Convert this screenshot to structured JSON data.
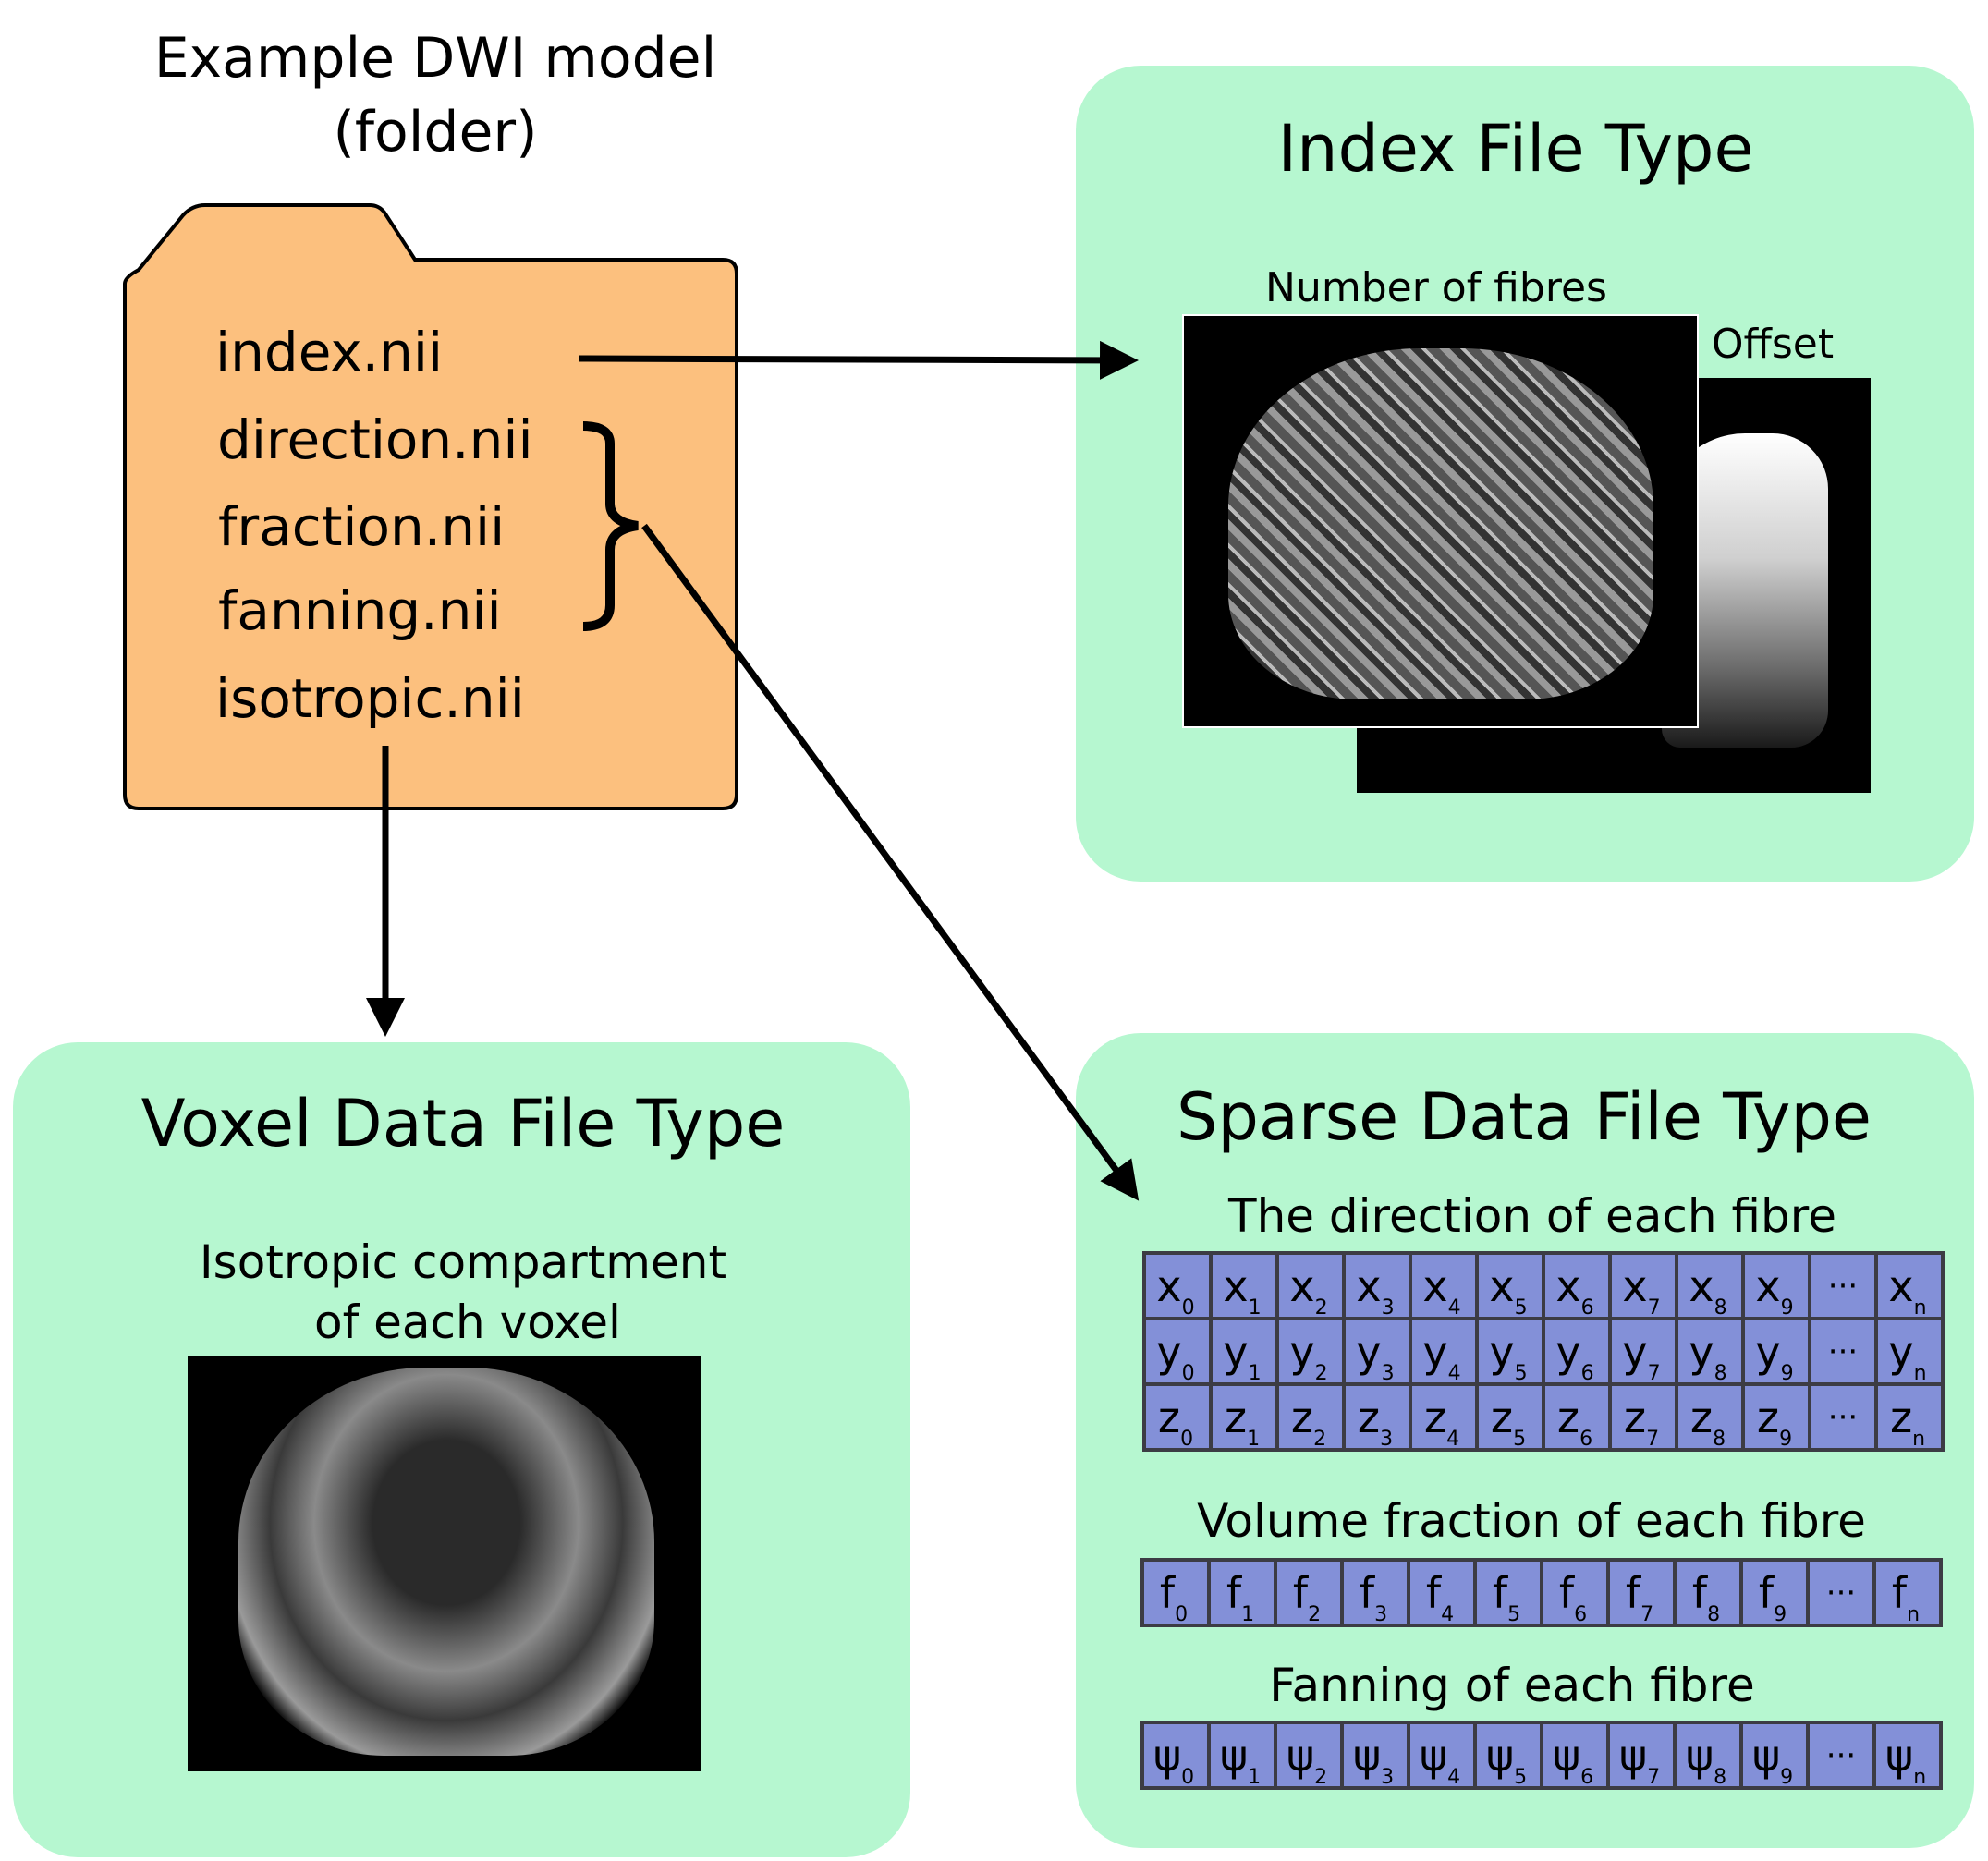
{
  "folder": {
    "title_line1": "Example DWI model",
    "title_line2": "(folder)",
    "files": [
      "index.nii",
      "direction.nii",
      "fraction.nii",
      "fanning.nii",
      "isotropic.nii"
    ],
    "fill_color": "#fcc07e"
  },
  "index_panel": {
    "title": "Index File Type",
    "front_label": "Number of fibres",
    "back_label": "Offset"
  },
  "voxel_panel": {
    "title": "Voxel Data File Type",
    "subtitle_line1": "Isotropic compartment",
    "subtitle_line2": "of each voxel"
  },
  "sparse_panel": {
    "title": "Sparse Data File Type",
    "direction_label": "The direction of each fibre",
    "fraction_label": "Volume fraction of each fibre",
    "fanning_label": "Fanning of each fibre",
    "subscripts": [
      "0",
      "1",
      "2",
      "3",
      "4",
      "5",
      "6",
      "7",
      "8",
      "9",
      "…",
      "n"
    ],
    "rows": {
      "x": "x",
      "y": "y",
      "z": "z",
      "f": "f",
      "psi": "ψ"
    },
    "ellipsis": "···",
    "cell_color": "#8390d8"
  },
  "colors": {
    "panel_bg": "#b6f7d0",
    "folder_fill": "#fcc07e"
  }
}
